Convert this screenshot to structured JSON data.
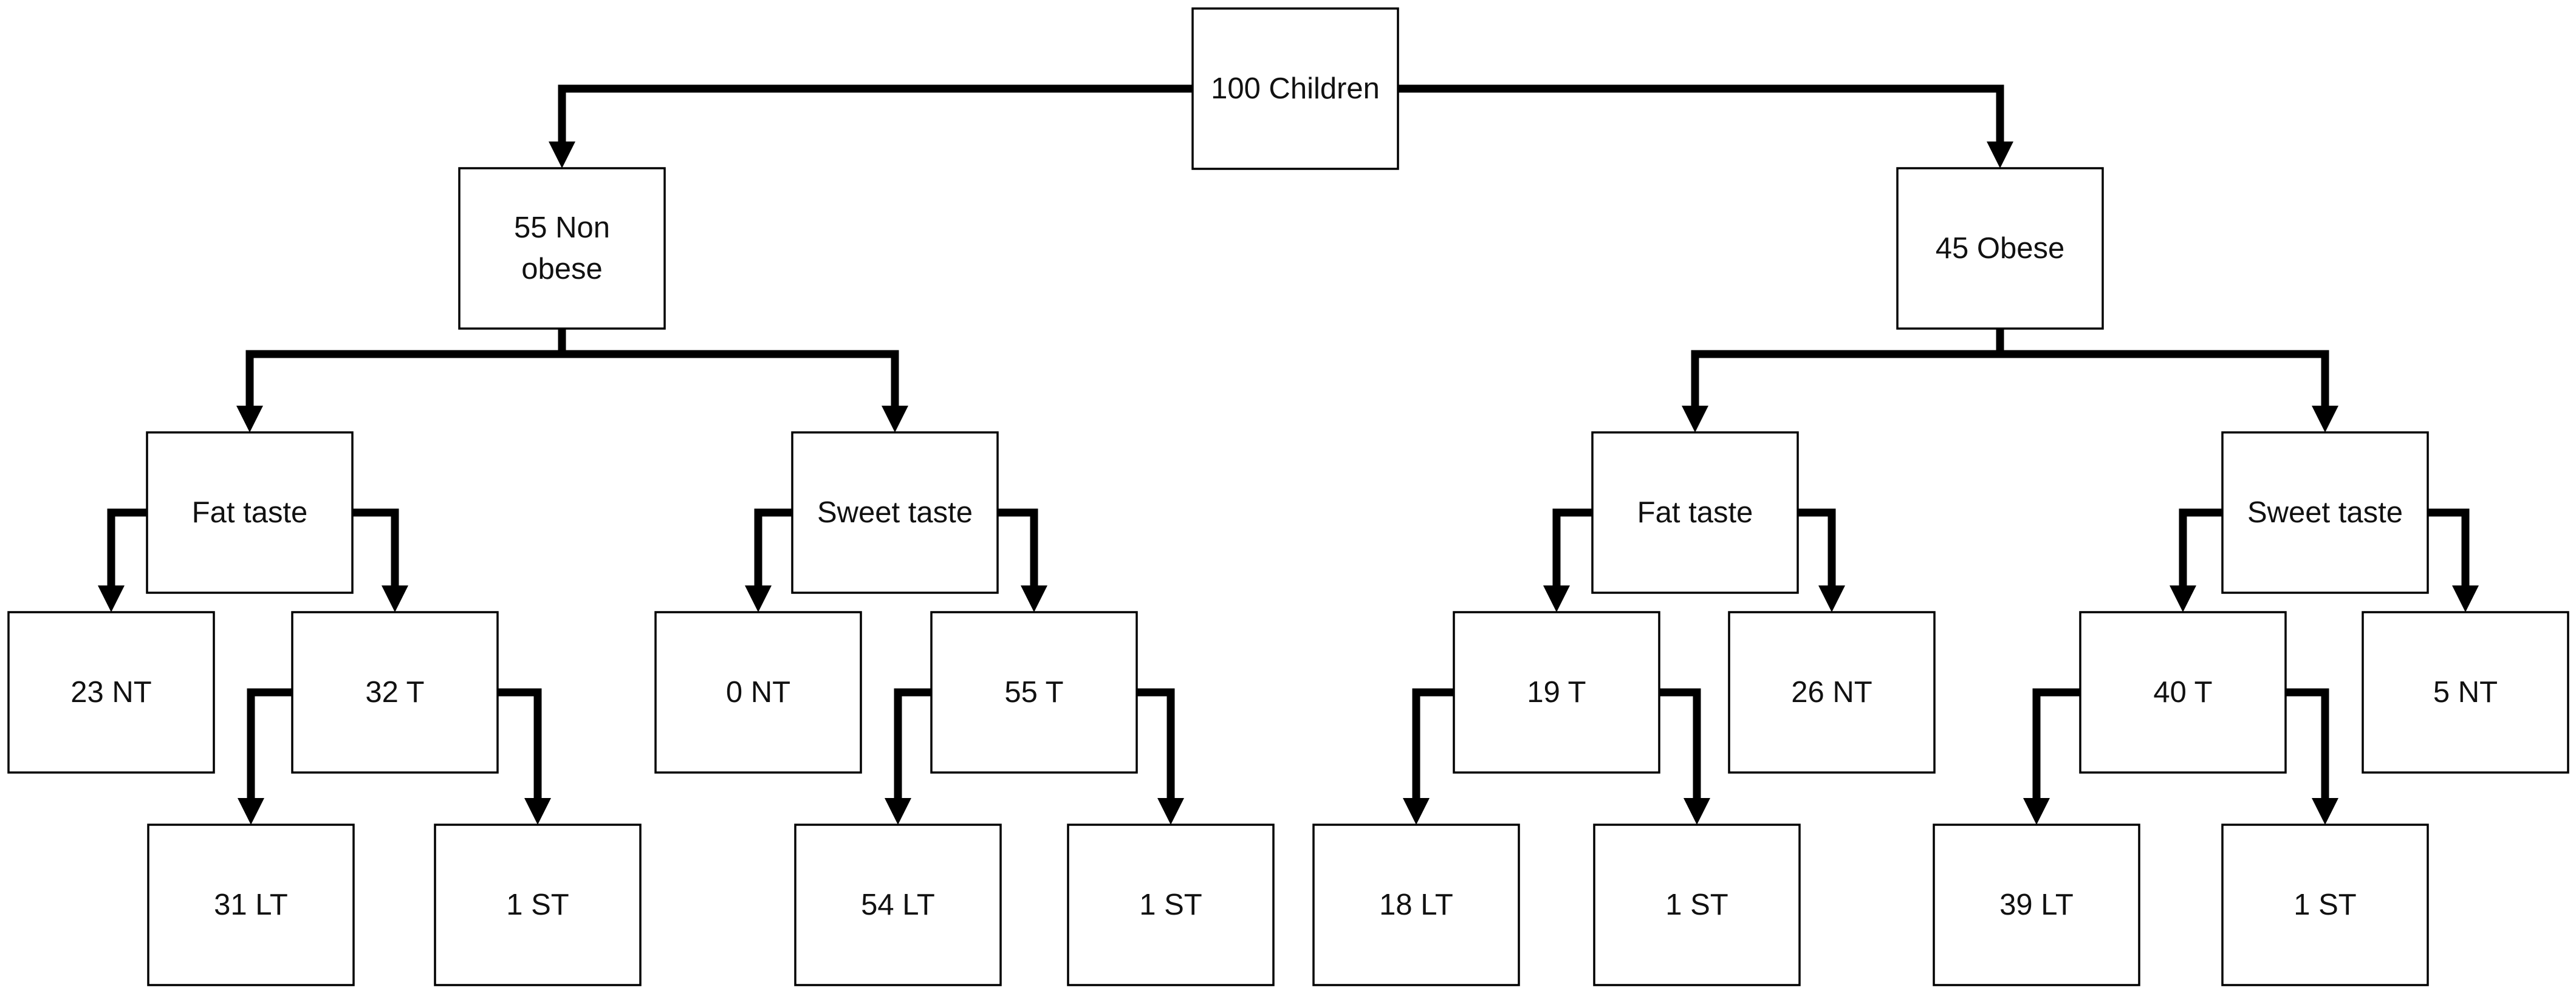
{
  "nodes": [
    {
      "id": "root",
      "lines": [
        "100 Children"
      ]
    },
    {
      "id": "nonobese",
      "lines": [
        "55 Non",
        "obese"
      ]
    },
    {
      "id": "obese",
      "lines": [
        "45 Obese"
      ]
    },
    {
      "id": "nonobese-fat",
      "lines": [
        "Fat taste"
      ]
    },
    {
      "id": "nonobese-sweet",
      "lines": [
        "Sweet taste"
      ]
    },
    {
      "id": "obese-fat",
      "lines": [
        "Fat taste"
      ]
    },
    {
      "id": "obese-sweet",
      "lines": [
        "Sweet taste"
      ]
    },
    {
      "id": "nonobese-fat-nt",
      "lines": [
        "23 NT"
      ]
    },
    {
      "id": "nonobese-fat-t",
      "lines": [
        "32 T"
      ]
    },
    {
      "id": "nonobese-sweet-nt",
      "lines": [
        "0 NT"
      ]
    },
    {
      "id": "nonobese-sweet-t",
      "lines": [
        "55 T"
      ]
    },
    {
      "id": "obese-fat-t",
      "lines": [
        "19 T"
      ]
    },
    {
      "id": "obese-fat-nt",
      "lines": [
        "26 NT"
      ]
    },
    {
      "id": "obese-sweet-t",
      "lines": [
        "40 T"
      ]
    },
    {
      "id": "obese-sweet-nt",
      "lines": [
        "5 NT"
      ]
    },
    {
      "id": "nonobese-fat-t-lt",
      "lines": [
        "31 LT"
      ]
    },
    {
      "id": "nonobese-fat-t-st",
      "lines": [
        "1 ST"
      ]
    },
    {
      "id": "nonobese-sweet-t-lt",
      "lines": [
        "54 LT"
      ]
    },
    {
      "id": "nonobese-sweet-t-st",
      "lines": [
        "1 ST"
      ]
    },
    {
      "id": "obese-fat-t-lt",
      "lines": [
        "18 LT"
      ]
    },
    {
      "id": "obese-fat-t-st",
      "lines": [
        "1 ST"
      ]
    },
    {
      "id": "obese-sweet-t-lt",
      "lines": [
        "39 LT"
      ]
    },
    {
      "id": "obese-sweet-t-st",
      "lines": [
        "1 ST"
      ]
    }
  ],
  "edges": [
    {
      "from": "root",
      "to": "nonobese"
    },
    {
      "from": "root",
      "to": "obese"
    },
    {
      "from": "nonobese",
      "to": "nonobese-fat"
    },
    {
      "from": "nonobese",
      "to": "nonobese-sweet"
    },
    {
      "from": "obese",
      "to": "obese-fat"
    },
    {
      "from": "obese",
      "to": "obese-sweet"
    },
    {
      "from": "nonobese-fat",
      "to": "nonobese-fat-nt"
    },
    {
      "from": "nonobese-fat",
      "to": "nonobese-fat-t"
    },
    {
      "from": "nonobese-sweet",
      "to": "nonobese-sweet-nt"
    },
    {
      "from": "nonobese-sweet",
      "to": "nonobese-sweet-t"
    },
    {
      "from": "obese-fat",
      "to": "obese-fat-t"
    },
    {
      "from": "obese-fat",
      "to": "obese-fat-nt"
    },
    {
      "from": "obese-sweet",
      "to": "obese-sweet-t"
    },
    {
      "from": "obese-sweet",
      "to": "obese-sweet-nt"
    },
    {
      "from": "nonobese-fat-t",
      "to": "nonobese-fat-t-lt"
    },
    {
      "from": "nonobese-fat-t",
      "to": "nonobese-fat-t-st"
    },
    {
      "from": "nonobese-sweet-t",
      "to": "nonobese-sweet-t-lt"
    },
    {
      "from": "nonobese-sweet-t",
      "to": "nonobese-sweet-t-st"
    },
    {
      "from": "obese-fat-t",
      "to": "obese-fat-t-lt"
    },
    {
      "from": "obese-fat-t",
      "to": "obese-fat-t-st"
    },
    {
      "from": "obese-sweet-t",
      "to": "obese-sweet-t-lt"
    },
    {
      "from": "obese-sweet-t",
      "to": "obese-sweet-t-st"
    }
  ]
}
